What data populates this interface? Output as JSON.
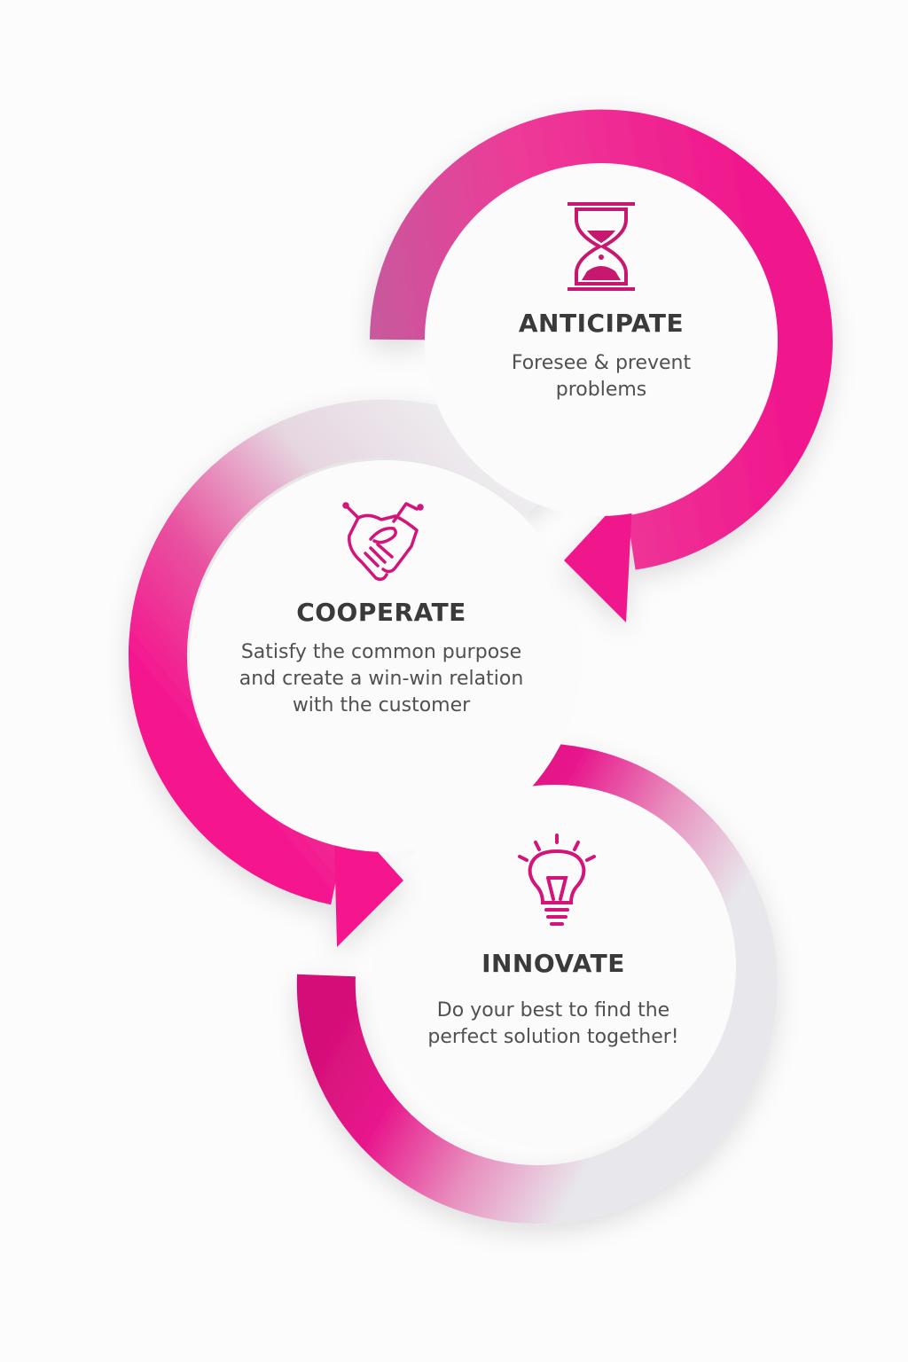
{
  "steps": [
    {
      "title": "ANTICIPATE",
      "description": "Foresee & prevent problems",
      "icon": "hourglass-icon"
    },
    {
      "title": "COOPERATE",
      "description": "Satisfy the common purpose and create a win-win relation with the customer",
      "icon": "handshake-icon"
    },
    {
      "title": "INNOVATE",
      "description": "Do your best to find the perfect solution together!",
      "icon": "lightbulb-icon"
    }
  ],
  "colors": {
    "accent": "#f0128c",
    "gray": "#e6e5ea",
    "text": "#3a3a3a"
  }
}
